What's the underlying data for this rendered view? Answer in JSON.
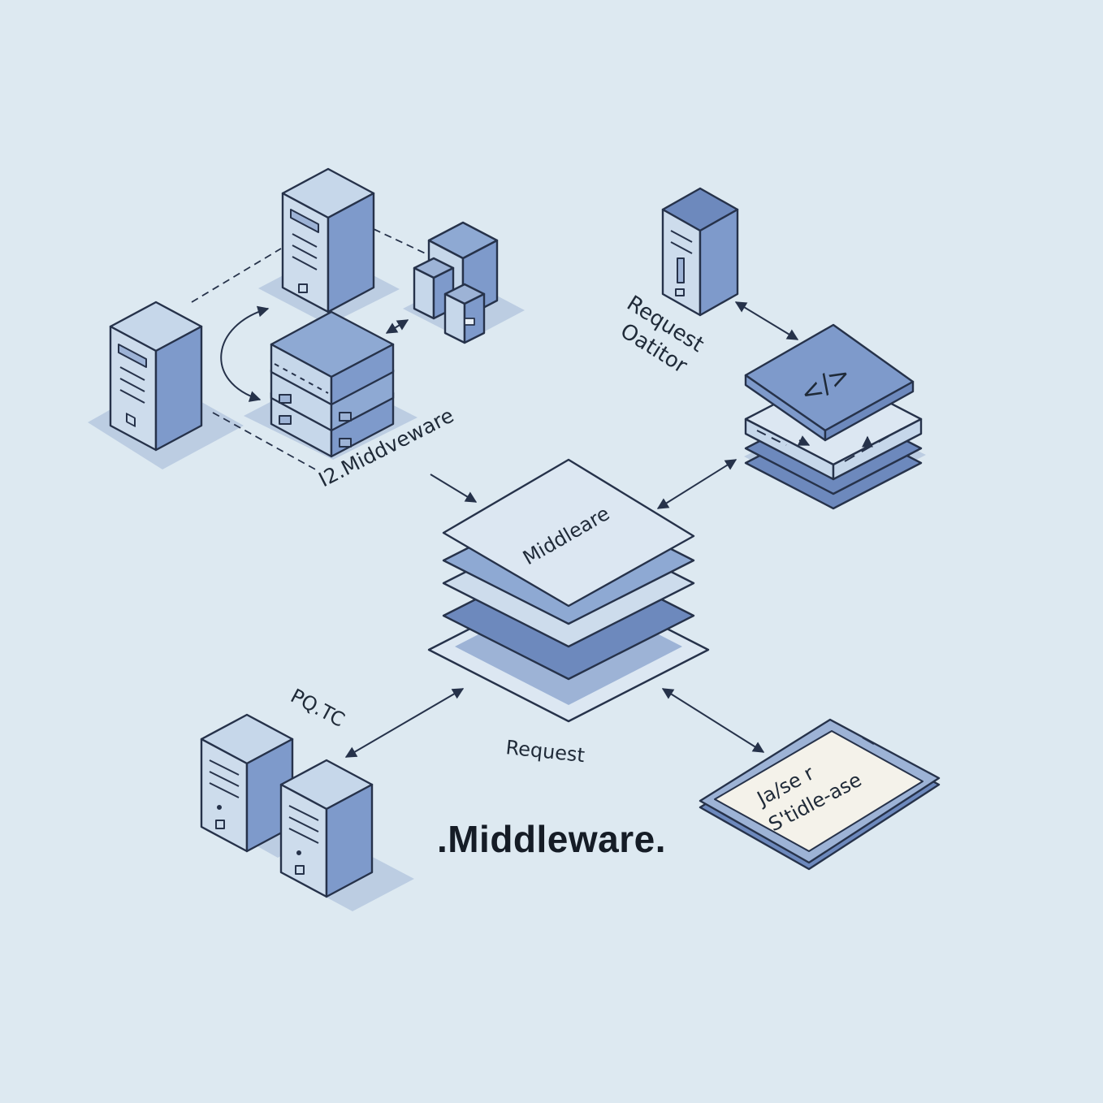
{
  "title": ".Middleware.",
  "labels": {
    "left_middleware": "I2.Middveware",
    "request_top_line1": "Request",
    "request_top_line2": "Oatitor",
    "center_stack": "Middleare",
    "request_bottom": "Request",
    "pqtc": "PQ.TC",
    "code_symbol": "</>",
    "tablet_line1": "Ja/se r",
    "tablet_line2": "S'tidle-ase"
  },
  "colors": {
    "background": "#dde9f1",
    "light_face": "#cbdcec",
    "mid_face": "#9db8da",
    "dark_face": "#7592c3",
    "outline": "#26324a",
    "shadow": "#b9cbe0"
  }
}
